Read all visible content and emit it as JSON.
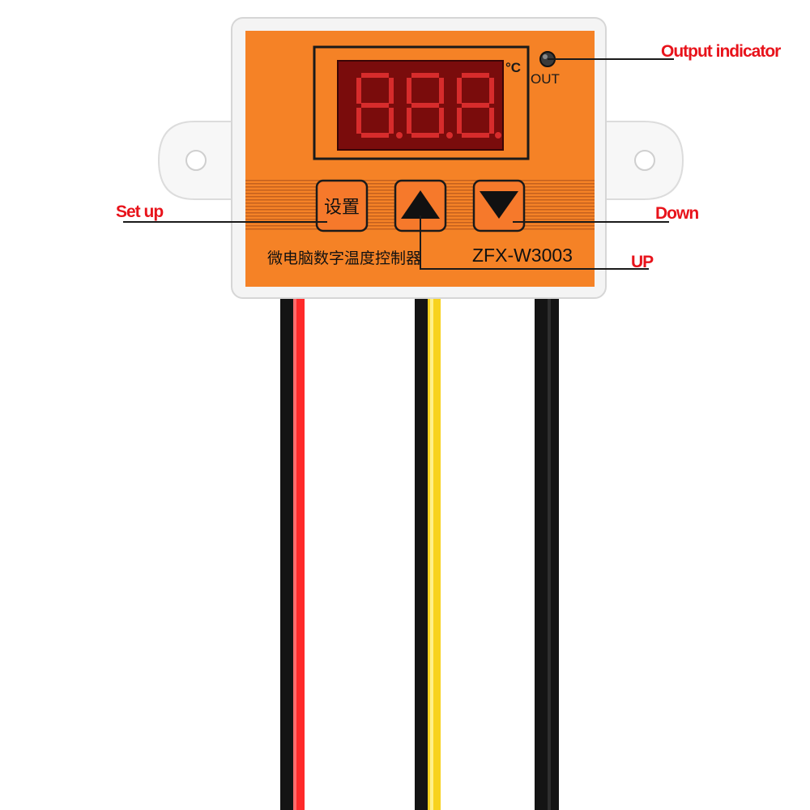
{
  "colors": {
    "housing": "#f58226",
    "housing_dark": "#c9601a",
    "bezel": "#f4f4f4",
    "display_bg": "#7a0c0c",
    "segment": "#e23030",
    "callout_text": "#e8131b",
    "callout_line": "#1a1a1a",
    "button_face": "#f6792b",
    "wire_black": "#141414",
    "wire_red": "#ff2a2a",
    "wire_yellow": "#f7d21e"
  },
  "display": {
    "unit": "°C",
    "digits": [
      "8.",
      "8.",
      "8."
    ]
  },
  "indicator": {
    "label": "OUT"
  },
  "buttons": {
    "setup_label": "设置",
    "up_icon": "triangle-up-icon",
    "down_icon": "triangle-down-icon"
  },
  "device": {
    "name_cn": "微电脑数字温度控制器",
    "model": "ZFX-W3003"
  },
  "callouts": {
    "output_indicator": "Output indicator",
    "set_up": "Set up",
    "down": "Down",
    "up": "UP"
  },
  "wires": [
    "black",
    "red",
    "black",
    "yellow",
    "black"
  ]
}
